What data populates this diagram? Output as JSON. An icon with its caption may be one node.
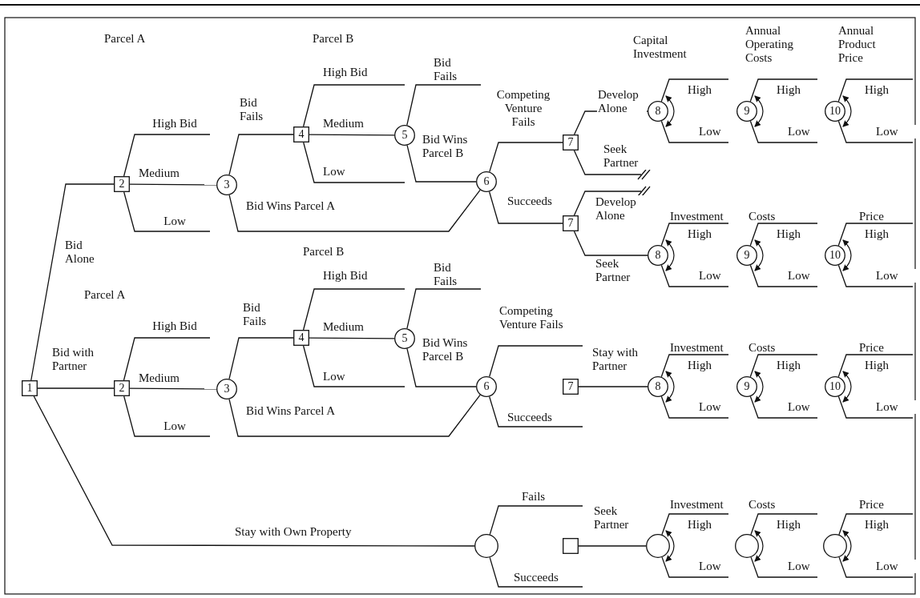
{
  "diagram": {
    "nodes": [
      {
        "text": [
          "1"
        ]
      },
      {
        "text": [
          "2"
        ]
      },
      {
        "text": [
          "3"
        ]
      },
      {
        "text": [
          "4"
        ]
      },
      {
        "text": [
          "5"
        ]
      },
      {
        "text": [
          "6"
        ]
      },
      {
        "text": [
          "7"
        ]
      },
      {
        "text": [
          "8"
        ],
        "beside": [
          "Capital Investment"
        ]
      },
      {
        "text": [
          "9"
        ],
        "beside": [
          "Annual Operating Costs"
        ]
      },
      {
        "text": [
          "10"
        ],
        "beside": [
          "Annual Product Price"
        ]
      },
      {
        "text": [
          "7"
        ]
      },
      {
        "text": [
          "8"
        ],
        "beside": [
          "Investment"
        ]
      },
      {
        "text": [
          "9"
        ],
        "beside": [
          "Costs"
        ]
      },
      {
        "text": [
          "10"
        ],
        "beside": [
          "Price"
        ]
      },
      {
        "text": [
          "2"
        ]
      },
      {
        "text": [
          "3"
        ]
      },
      {
        "text": [
          "4"
        ]
      },
      {
        "text": [
          "5"
        ]
      },
      {
        "text": [
          "6"
        ]
      },
      {
        "text": [
          "7"
        ]
      },
      {
        "text": [
          "8"
        ],
        "beside": [
          "Investment"
        ]
      },
      {
        "text": [
          "9"
        ],
        "beside": [
          "Costs"
        ]
      },
      {
        "text": [
          "10"
        ],
        "beside": [
          "Price"
        ]
      },
      {
        "text": [],
        "shape": "circle"
      },
      {
        "text": [],
        "shape": "box"
      },
      {
        "text": [],
        "shape": "circle",
        "beside": [
          "Investment"
        ]
      },
      {
        "text": [],
        "shape": "circle",
        "beside": [
          "Costs"
        ]
      },
      {
        "text": [],
        "shape": "circle",
        "beside": [
          "Price"
        ]
      }
    ],
    "edges": [
      {
        "from": 0,
        "to": 1,
        "arrow": "none",
        "label": "Bid Alone"
      },
      {
        "from": 0,
        "to": 14,
        "arrow": "none",
        "label": "Bid with Partner"
      },
      {
        "from": 0,
        "to": 23,
        "arrow": "none",
        "label": "Stay with Own Property"
      },
      {
        "from": 1,
        "to": null,
        "arrow": "none",
        "label": "High Bid"
      },
      {
        "from": 1,
        "to": 2,
        "arrow": "none",
        "label": "Medium"
      },
      {
        "from": 1,
        "to": null,
        "arrow": "none",
        "label": "Low"
      },
      {
        "from": 2,
        "to": 3,
        "arrow": "none",
        "label": "Bid Fails"
      },
      {
        "from": 2,
        "to": 5,
        "arrow": "none",
        "label": "Bid Wins Parcel A"
      },
      {
        "from": 3,
        "to": null,
        "arrow": "none",
        "label": "High Bid"
      },
      {
        "from": 3,
        "to": 4,
        "arrow": "none",
        "label": "Medium"
      },
      {
        "from": 3,
        "to": null,
        "arrow": "none",
        "label": "Low"
      },
      {
        "from": 4,
        "to": null,
        "arrow": "none",
        "label": "Bid Fails"
      },
      {
        "from": 4,
        "to": 5,
        "arrow": "none",
        "label": "Bid Wins Parcel B"
      },
      {
        "from": 5,
        "to": 6,
        "arrow": "none",
        "label": "Competing Venture Fails"
      },
      {
        "from": 5,
        "to": 10,
        "arrow": "none",
        "label": "Succeeds"
      },
      {
        "from": 6,
        "to": 7,
        "arrow": "none",
        "label": "Develop Alone"
      },
      {
        "from": 6,
        "to": null,
        "arrow": "none",
        "label": "Seek Partner"
      },
      {
        "from": 7,
        "to": null,
        "arrow": "none",
        "label": "High"
      },
      {
        "from": 7,
        "to": null,
        "arrow": "none",
        "label": "Low"
      },
      {
        "from": 8,
        "to": null,
        "arrow": "none",
        "label": "High"
      },
      {
        "from": 8,
        "to": null,
        "arrow": "none",
        "label": "Low"
      },
      {
        "from": 9,
        "to": null,
        "arrow": "none",
        "label": "High"
      },
      {
        "from": 9,
        "to": null,
        "arrow": "none",
        "label": "Low"
      },
      {
        "from": 10,
        "to": null,
        "arrow": "none",
        "label": "Develop Alone"
      },
      {
        "from": 10,
        "to": 11,
        "arrow": "none",
        "label": "Seek Partner"
      },
      {
        "from": 11,
        "to": null,
        "arrow": "none",
        "label": "High"
      },
      {
        "from": 11,
        "to": null,
        "arrow": "none",
        "label": "Low"
      },
      {
        "from": 12,
        "to": null,
        "arrow": "none",
        "label": "High"
      },
      {
        "from": 12,
        "to": null,
        "arrow": "none",
        "label": "Low"
      },
      {
        "from": 13,
        "to": null,
        "arrow": "none",
        "label": "High"
      },
      {
        "from": 13,
        "to": null,
        "arrow": "none",
        "label": "Low"
      },
      {
        "from": 14,
        "to": null,
        "arrow": "none",
        "label": "High Bid"
      },
      {
        "from": 14,
        "to": 15,
        "arrow": "none",
        "label": "Medium"
      },
      {
        "from": 14,
        "to": null,
        "arrow": "none",
        "label": "Low"
      },
      {
        "from": 15,
        "to": 16,
        "arrow": "none",
        "label": "Bid Fails"
      },
      {
        "from": 15,
        "to": 18,
        "arrow": "none",
        "label": "Bid Wins Parcel A"
      },
      {
        "from": 16,
        "to": null,
        "arrow": "none",
        "label": "High Bid"
      },
      {
        "from": 16,
        "to": 17,
        "arrow": "none",
        "label": "Medium"
      },
      {
        "from": 16,
        "to": null,
        "arrow": "none",
        "label": "Low"
      },
      {
        "from": 17,
        "to": null,
        "arrow": "none",
        "label": "Bid Fails"
      },
      {
        "from": 17,
        "to": 18,
        "arrow": "none",
        "label": "Bid Wins Parcel B"
      },
      {
        "from": 18,
        "to": null,
        "arrow": "none",
        "label": "Competing Venture Fails"
      },
      {
        "from": 18,
        "to": null,
        "arrow": "none",
        "label": "Succeeds"
      },
      {
        "from": 19,
        "to": 20,
        "arrow": "none",
        "label": "Stay with Partner"
      },
      {
        "from": 20,
        "to": null,
        "arrow": "none",
        "label": "High"
      },
      {
        "from": 20,
        "to": null,
        "arrow": "none",
        "label": "Low"
      },
      {
        "from": 21,
        "to": null,
        "arrow": "none",
        "label": "High"
      },
      {
        "from": 21,
        "to": null,
        "arrow": "none",
        "label": "Low"
      },
      {
        "from": 22,
        "to": null,
        "arrow": "none",
        "label": "High"
      },
      {
        "from": 22,
        "to": null,
        "arrow": "none",
        "label": "Low"
      },
      {
        "from": 23,
        "to": null,
        "arrow": "none",
        "label": "Fails"
      },
      {
        "from": 23,
        "to": null,
        "arrow": "none",
        "label": "Succeeds"
      },
      {
        "from": 24,
        "to": 25,
        "arrow": "none",
        "label": "Seek Partner"
      },
      {
        "from": 25,
        "to": null,
        "arrow": "none",
        "label": "High"
      },
      {
        "from": 25,
        "to": null,
        "arrow": "none",
        "label": "Low"
      },
      {
        "from": 26,
        "to": null,
        "arrow": "none",
        "label": "High"
      },
      {
        "from": 26,
        "to": null,
        "arrow": "none",
        "label": "Low"
      },
      {
        "from": 27,
        "to": null,
        "arrow": "none",
        "label": "High"
      },
      {
        "from": 27,
        "to": null,
        "arrow": "none",
        "label": "Low"
      }
    ],
    "labels": [
      "Parcel A",
      "Parcel B",
      "Parcel B",
      "Parcel A"
    ]
  }
}
